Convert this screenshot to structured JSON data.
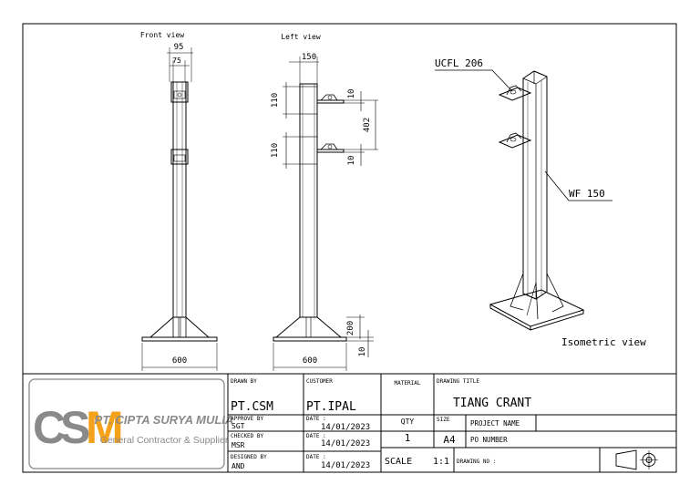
{
  "views": {
    "front_title": "Front view",
    "left_title": "Left view",
    "iso_title": "Isometric view"
  },
  "front_dims": {
    "top_outer": "95",
    "top_inner": "75",
    "base": "600"
  },
  "left_dims": {
    "top": "150",
    "bracket_upper": "110",
    "bracket_lower": "110",
    "plate_upper": "10",
    "plate_lower": "10",
    "spacing": "402",
    "base": "600",
    "base_height": "200",
    "base_plate": "10"
  },
  "callouts": {
    "bracket": "UCFL 206",
    "column": "WF 150"
  },
  "company": {
    "logo_letters": "CSM",
    "name": "PT. CIPTA SURYA MULIA",
    "tagline": "General Contractor & Supplier"
  },
  "title_block": {
    "drawn_by_label": "DRAWN BY",
    "drawn_by": "PT.CSM",
    "customer_label": "CUSTOMER",
    "customer": "PT.IPAL",
    "material_label": "MATERIAL",
    "drawing_title_label": "DRAWING TITLE",
    "drawing_title": "TIANG CRANT",
    "approve_label": "APPROVE BY",
    "approve": "SGT",
    "date1_label": "DATE :",
    "date1": "14/01/2023",
    "qty_label": "QTY",
    "qty": "1",
    "size_label": "SIZE",
    "size": "A4",
    "project_name_label": "PROJECT NAME",
    "checked_label": "CHECKED BY",
    "checked": "MSR",
    "date2_label": "DATE :",
    "date2": "14/01/2023",
    "po_label": "PO NUMBER",
    "designed_label": "DESIGNED BY",
    "designed": "AND",
    "date3_label": "DATE :",
    "date3": "14/01/2023",
    "scale_label": "SCALE",
    "scale": "1:1",
    "drawing_no_label": "DRAWING NO :"
  },
  "colors": {
    "logo_gray": "#8a8a8a",
    "logo_orange": "#f5a21b",
    "line": "#000000"
  }
}
